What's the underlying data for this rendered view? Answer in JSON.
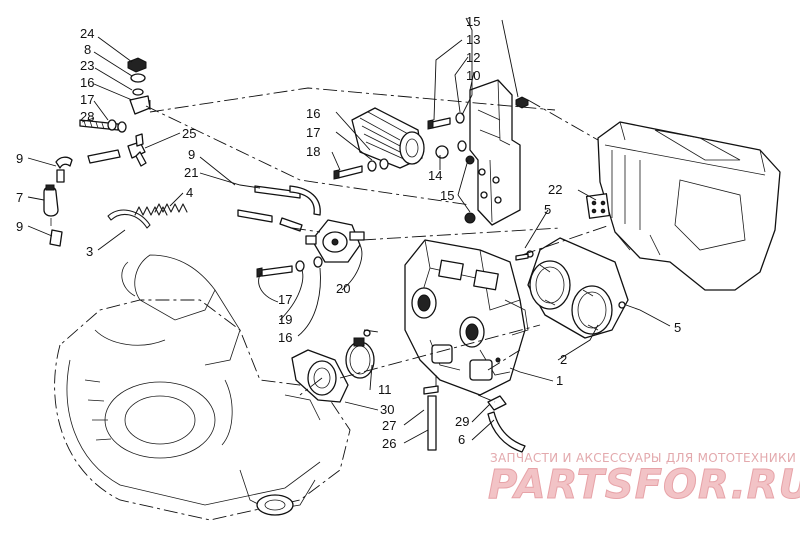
{
  "callouts": [
    {
      "id": "c24a",
      "text": "24"
    },
    {
      "id": "c8",
      "text": "8"
    },
    {
      "id": "c23",
      "text": "23"
    },
    {
      "id": "c16a",
      "text": "16"
    },
    {
      "id": "c17a",
      "text": "17"
    },
    {
      "id": "c28",
      "text": "28"
    },
    {
      "id": "c25",
      "text": "25"
    },
    {
      "id": "c9a",
      "text": "9"
    },
    {
      "id": "c7",
      "text": "7"
    },
    {
      "id": "c9b",
      "text": "9"
    },
    {
      "id": "c3",
      "text": "3"
    },
    {
      "id": "c4",
      "text": "4"
    },
    {
      "id": "c21",
      "text": "21"
    },
    {
      "id": "c9c",
      "text": "9"
    },
    {
      "id": "c16b",
      "text": "16"
    },
    {
      "id": "c17b",
      "text": "17"
    },
    {
      "id": "c18",
      "text": "18"
    },
    {
      "id": "c14",
      "text": "14"
    },
    {
      "id": "c15a",
      "text": "15"
    },
    {
      "id": "c13",
      "text": "13"
    },
    {
      "id": "c12",
      "text": "12"
    },
    {
      "id": "c10",
      "text": "10"
    },
    {
      "id": "c15b",
      "text": "15"
    },
    {
      "id": "c22",
      "text": "22"
    },
    {
      "id": "c5a",
      "text": "5"
    },
    {
      "id": "c5b",
      "text": "5"
    },
    {
      "id": "c17c",
      "text": "17"
    },
    {
      "id": "c19",
      "text": "19"
    },
    {
      "id": "c16c",
      "text": "16"
    },
    {
      "id": "c20",
      "text": "20"
    },
    {
      "id": "c2",
      "text": "2"
    },
    {
      "id": "c1",
      "text": "1"
    },
    {
      "id": "c11",
      "text": "11"
    },
    {
      "id": "c30",
      "text": "30"
    },
    {
      "id": "c27",
      "text": "27"
    },
    {
      "id": "c26",
      "text": "26"
    },
    {
      "id": "c29",
      "text": "29"
    },
    {
      "id": "c6",
      "text": "6"
    }
  ],
  "watermark": {
    "tagline": "ЗАПЧАСТИ И АКСЕССУАРЫ ДЛЯ МОТОТЕХНИКИ",
    "brand": "PARTSFOR.RU",
    "brand_color": "#f2c3c6",
    "tagline_color": "#e3a9ad"
  }
}
